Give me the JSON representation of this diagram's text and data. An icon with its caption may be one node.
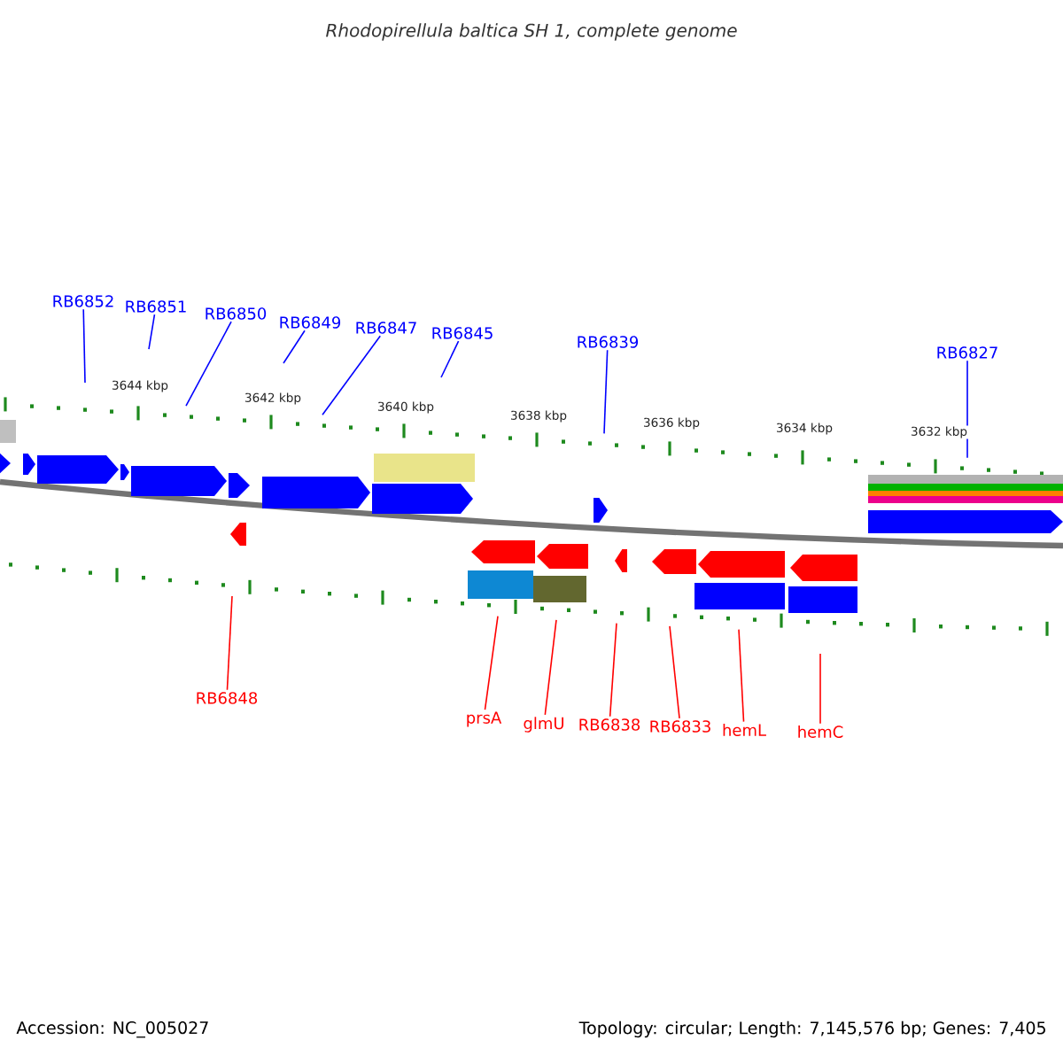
{
  "diagram": {
    "title": "Rhodopirellula baltica SH 1, complete genome",
    "nodes": [
      {
        "text": [
          "RB6852"
        ]
      },
      {
        "text": [
          "RB6851"
        ]
      },
      {
        "text": [
          "RB6850"
        ]
      },
      {
        "text": [
          "RB6849"
        ]
      },
      {
        "text": [
          "RB6847"
        ]
      },
      {
        "text": [
          "RB6845"
        ]
      },
      {
        "text": [
          "RB6839"
        ]
      },
      {
        "text": [
          "RB6827"
        ]
      },
      {
        "text": [
          "RB6848"
        ]
      },
      {
        "text": [
          "prsA"
        ]
      },
      {
        "text": [
          "glmU"
        ]
      },
      {
        "text": [
          "RB6838"
        ]
      },
      {
        "text": [
          "RB6833"
        ]
      },
      {
        "text": [
          "hemL"
        ]
      },
      {
        "text": [
          "hemC"
        ]
      }
    ],
    "edges": [
      {
        "from": 0,
        "to": null,
        "arrow": "none"
      },
      {
        "from": 1,
        "to": null,
        "arrow": "none"
      },
      {
        "from": 2,
        "to": null,
        "arrow": "none"
      },
      {
        "from": 3,
        "to": null,
        "arrow": "none"
      },
      {
        "from": 4,
        "to": null,
        "arrow": "none"
      },
      {
        "from": 5,
        "to": null,
        "arrow": "none"
      },
      {
        "from": 6,
        "to": null,
        "arrow": "none"
      },
      {
        "from": 7,
        "to": null,
        "arrow": "none"
      },
      {
        "from": 8,
        "to": null,
        "arrow": "none",
        "color": "#ff0000"
      },
      {
        "from": 9,
        "to": null,
        "arrow": "none",
        "color": "#ff0000"
      },
      {
        "from": 10,
        "to": null,
        "arrow": "none",
        "color": "#ff0000"
      },
      {
        "from": 11,
        "to": null,
        "arrow": "none",
        "color": "#ff0000"
      },
      {
        "from": 12,
        "to": null,
        "arrow": "none",
        "color": "#ff0000"
      },
      {
        "from": 13,
        "to": null,
        "arrow": "none",
        "color": "#ff0000"
      },
      {
        "from": 14,
        "to": null,
        "arrow": "none",
        "color": "#ff0000"
      }
    ],
    "labels": [
      "3644 kbp",
      "3642 kbp",
      "3640 kbp",
      "3638 kbp",
      "3636 kbp",
      "3634 kbp",
      "3632 kbp",
      "Accession: NC_005027",
      "Topology: circular; Length: 7,145,576 bp; Genes: 7,405"
    ]
  }
}
